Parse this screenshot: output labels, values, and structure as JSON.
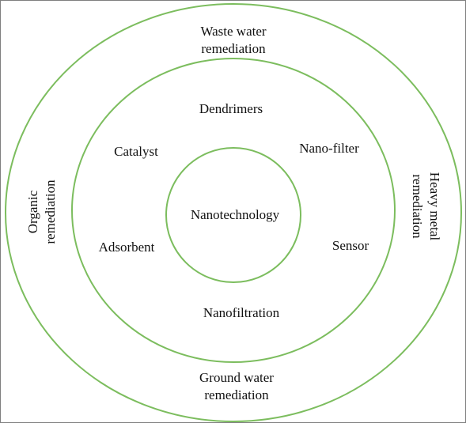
{
  "colors": {
    "ring": "#7cbd5e",
    "text": "#111111",
    "border": "#7f7f7f"
  },
  "outer": {
    "top": [
      "Waste water",
      "remediation"
    ],
    "bottom": [
      "Ground water",
      "remediation"
    ],
    "left": [
      "Organic",
      "remediation"
    ],
    "right": [
      "Heavy metal",
      "remediation"
    ]
  },
  "middle": {
    "top": "Dendrimers",
    "upper_left": "Catalyst",
    "upper_right": "Nano-filter",
    "lower_left": "Adsorbent",
    "lower_right": "Sensor",
    "bottom": "Nanofiltration"
  },
  "center": "Nanotechnology"
}
